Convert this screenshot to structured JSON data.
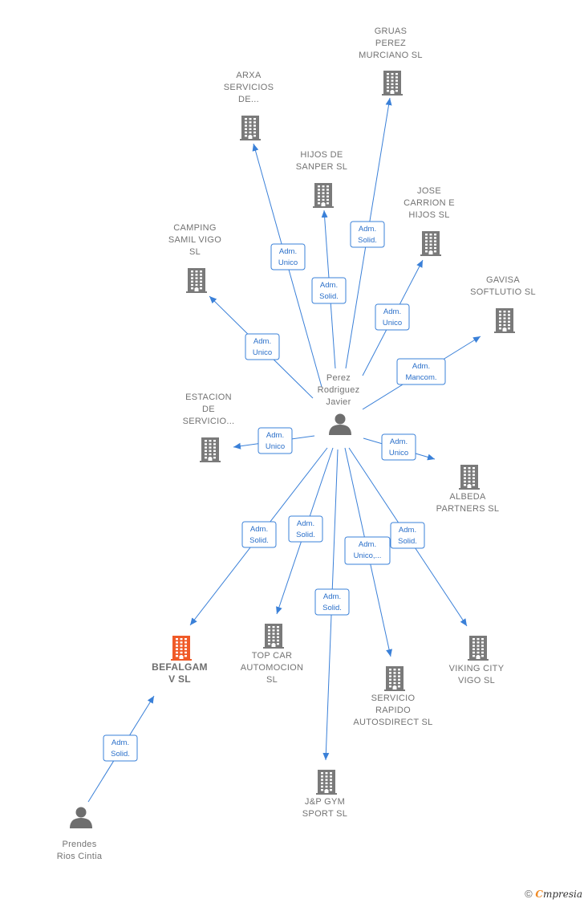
{
  "colors": {
    "edge": "#3a80d8",
    "building": "#7a7a7a",
    "focus_building": "#f05a28",
    "person": "#6e6e6e"
  },
  "nodes": [
    {
      "id": "gruas",
      "type": "company",
      "label": [
        "GRUAS",
        "PEREZ",
        "MURCIANO SL"
      ]
    },
    {
      "id": "arxa",
      "type": "company",
      "label": [
        "ARXA",
        "SERVICIOS",
        "DE..."
      ]
    },
    {
      "id": "hijos_sanper",
      "type": "company",
      "label": [
        "HIJOS DE",
        "SANPER  SL"
      ]
    },
    {
      "id": "jose_carrion",
      "type": "company",
      "label": [
        "JOSE",
        "CARRION E",
        "HIJOS  SL"
      ]
    },
    {
      "id": "camping",
      "type": "company",
      "label": [
        "CAMPING",
        "SAMIL VIGO",
        "SL"
      ]
    },
    {
      "id": "gavisa",
      "type": "company",
      "label": [
        "GAVISA",
        "SOFTLUTIO SL"
      ]
    },
    {
      "id": "perez",
      "type": "person",
      "label": [
        "Perez",
        "Rodriguez",
        "Javier"
      ]
    },
    {
      "id": "estacion",
      "type": "company",
      "label": [
        "ESTACION",
        "DE",
        "SERVICIO..."
      ]
    },
    {
      "id": "albeda",
      "type": "company",
      "label": [
        "ALBEDA",
        "PARTNERS  SL"
      ]
    },
    {
      "id": "befalgam",
      "type": "company",
      "focus": true,
      "label": [
        "BEFALGAM",
        "V  SL"
      ]
    },
    {
      "id": "topcar",
      "type": "company",
      "label": [
        "TOP CAR",
        "AUTOMOCION",
        "SL"
      ]
    },
    {
      "id": "servicio_rapido",
      "type": "company",
      "label": [
        "SERVICIO",
        "RAPIDO",
        "AUTOSDIRECT SL"
      ]
    },
    {
      "id": "viking",
      "type": "company",
      "label": [
        "VIKING CITY",
        "VIGO  SL"
      ]
    },
    {
      "id": "jp_gym",
      "type": "company",
      "label": [
        "J&P GYM",
        "SPORT  SL"
      ]
    },
    {
      "id": "prendes",
      "type": "person",
      "label": [
        "Prendes",
        "Rios Cintia"
      ]
    }
  ],
  "edges": [
    {
      "from": "perez",
      "to": "gruas",
      "label": [
        "Adm.",
        "Solid."
      ]
    },
    {
      "from": "perez",
      "to": "arxa",
      "label": [
        "Adm.",
        "Unico"
      ]
    },
    {
      "from": "perez",
      "to": "hijos_sanper",
      "label": [
        "Adm.",
        "Solid."
      ]
    },
    {
      "from": "perez",
      "to": "jose_carrion",
      "label": [
        "Adm.",
        "Unico"
      ]
    },
    {
      "from": "perez",
      "to": "camping",
      "label": [
        "Adm.",
        "Unico"
      ]
    },
    {
      "from": "perez",
      "to": "gavisa",
      "label": [
        "Adm.",
        "Mancom."
      ]
    },
    {
      "from": "perez",
      "to": "estacion",
      "label": [
        "Adm.",
        "Unico"
      ]
    },
    {
      "from": "perez",
      "to": "albeda",
      "label": [
        "Adm.",
        "Unico"
      ]
    },
    {
      "from": "perez",
      "to": "befalgam",
      "label": [
        "Adm.",
        "Solid."
      ]
    },
    {
      "from": "perez",
      "to": "topcar",
      "label": [
        "Adm.",
        "Solid."
      ]
    },
    {
      "from": "perez",
      "to": "servicio_rapido",
      "label": [
        "Adm.",
        "Unico,..."
      ]
    },
    {
      "from": "perez",
      "to": "viking",
      "label": [
        "Adm.",
        "Solid."
      ]
    },
    {
      "from": "perez",
      "to": "jp_gym",
      "label": [
        "Adm.",
        "Solid."
      ]
    },
    {
      "from": "prendes",
      "to": "befalgam",
      "label": [
        "Adm.",
        "Solid."
      ]
    }
  ],
  "footer": {
    "copyright": "©",
    "brand_first": "C",
    "brand_rest": "mpresia"
  }
}
